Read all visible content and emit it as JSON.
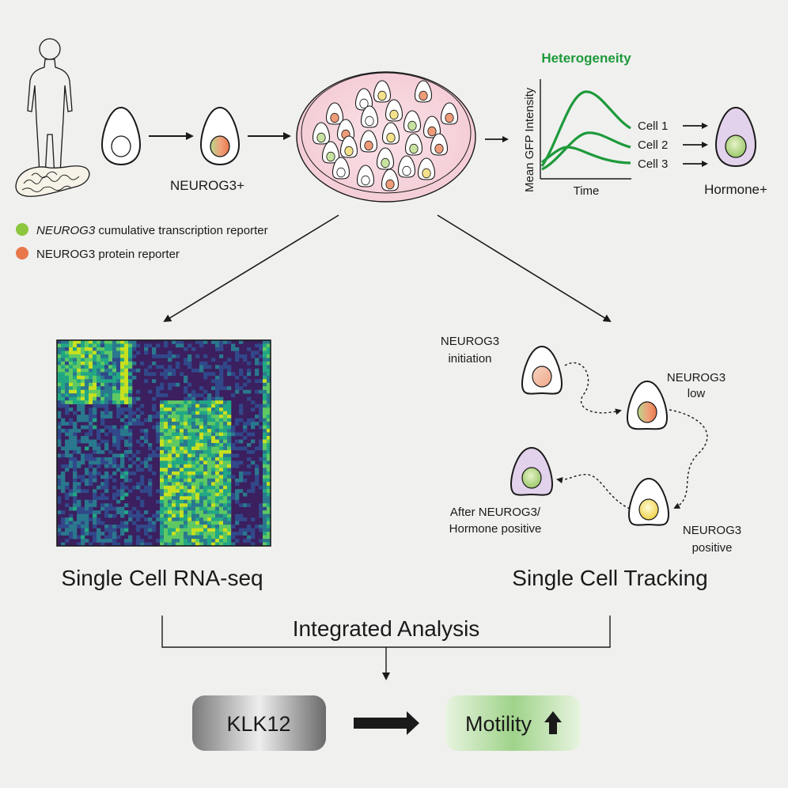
{
  "top": {
    "neurog3_plus": "NEUROG3+",
    "legend": {
      "green_gene": "NEUROG3",
      "green_rest": " cumulative transcription reporter",
      "orange": "NEUROG3 protein reporter",
      "green_color": "#8dc63f",
      "orange_color": "#e8784a"
    },
    "plot": {
      "title": "Heterogeneity",
      "ylabel": "Mean GFP Intensity",
      "xlabel": "Time",
      "cells": [
        "Cell 1",
        "Cell 2",
        "Cell 3"
      ],
      "line_color": "#1e9a3a"
    },
    "hormone_plus": "Hormone+"
  },
  "heatmap": {
    "caption": "Single Cell RNA-seq",
    "palette": [
      "#3b1f5e",
      "#31488a",
      "#2a788e",
      "#22a784",
      "#5ec962",
      "#c8e020"
    ]
  },
  "tracking": {
    "caption": "Single Cell Tracking",
    "stage1": [
      "NEUROG3",
      "initiation"
    ],
    "stage2": [
      "NEUROG3",
      "low"
    ],
    "stage3": [
      "NEUROG3",
      "positive"
    ],
    "stage4": [
      "After NEUROG3/",
      "Hormone positive"
    ]
  },
  "bottom": {
    "integrated": "Integrated Analysis",
    "klk12": "KLK12",
    "motility": "Motility"
  }
}
